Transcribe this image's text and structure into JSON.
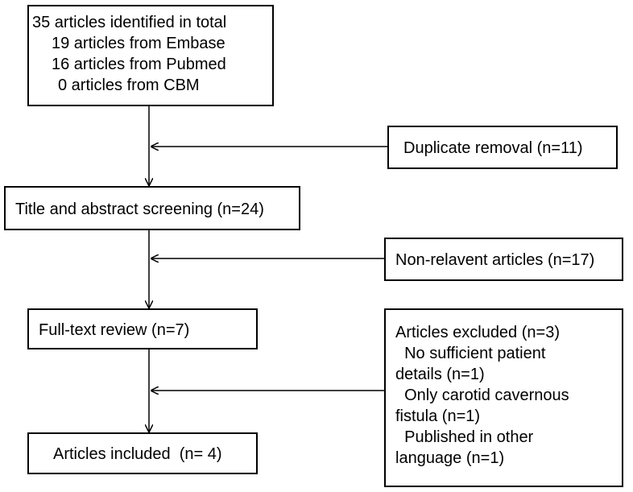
{
  "identified": {
    "title": "35 articles identified in total",
    "sources": [
      "19 articles from Embase",
      "16 articles from Pubmed",
      "0 articles from CBM"
    ]
  },
  "duplicate": "Duplicate removal (n=11)",
  "screening": "Title and abstract screening (n=24)",
  "nonrelevant": "Non-relavent articles (n=17)",
  "fulltext": "Full-text review  (n=7)",
  "excluded": {
    "title": "Articles excluded (n=3)",
    "lines": [
      "  No sufficient patient",
      "details (n=1)",
      "  Only carotid cavernous",
      "fistula (n=1)",
      "  Published in other",
      "language (n=1)"
    ]
  },
  "included": "Articles included  (n= 4)"
}
